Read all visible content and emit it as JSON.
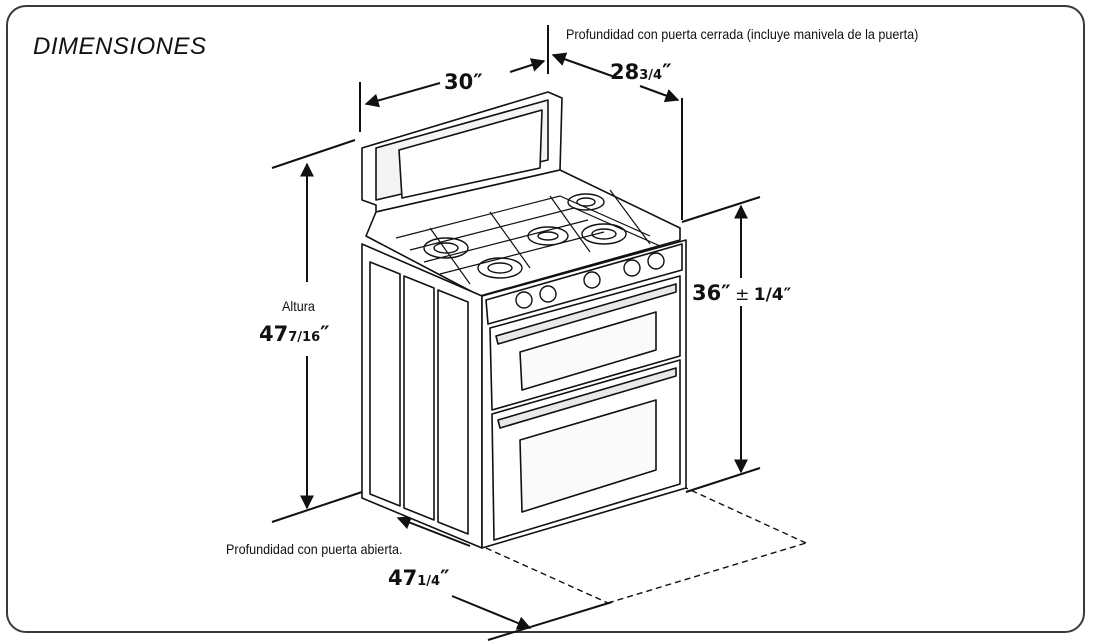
{
  "title": "DIMENSIONES",
  "labels": {
    "depth_closed_caption": "Profundidad con puerta cerrada (incluye manivela de la puerta)",
    "depth_closed_whole": "28",
    "depth_closed_frac": "3/4",
    "depth_closed_mark": "″",
    "width_value": "30″",
    "height_caption": "Altura",
    "height_whole": "47",
    "height_frac": "7/16",
    "height_mark": "″",
    "counter_value": "36″",
    "counter_tolerance_sign": "±",
    "counter_tolerance": "1/4″",
    "depth_open_caption": "Profundidad con puerta abierta.",
    "depth_open_whole": "47",
    "depth_open_frac": "1/4",
    "depth_open_mark": "″"
  }
}
